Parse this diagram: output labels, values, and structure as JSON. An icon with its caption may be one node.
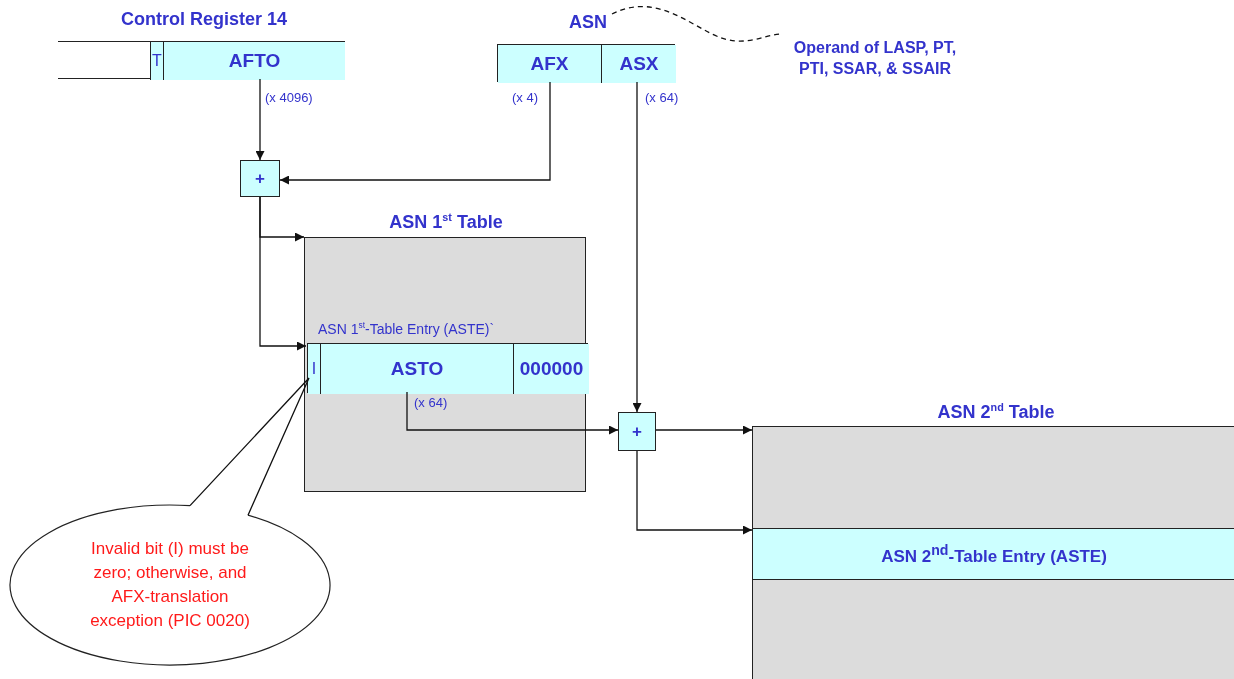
{
  "diagram": {
    "nodes": [
      {
        "text": [
          "Control Register 14"
        ]
      },
      {
        "text": [
          "T"
        ],
        "in": 0
      },
      {
        "text": [
          "AFTO"
        ],
        "in": 0
      },
      {
        "text": [
          "ASN"
        ]
      },
      {
        "text": [
          "AFX"
        ],
        "in": 3
      },
      {
        "text": [
          "ASX"
        ],
        "in": 3
      },
      {
        "text": [
          "Operand of LASP, PT, PTI, SSAR, & SSAIR"
        ]
      },
      {
        "text": [
          "+"
        ]
      },
      {
        "text": [
          "ASN 1$^{st}$ Table"
        ]
      },
      {
        "text": [
          "ASN 1$^{st}$-Table Entry (ASTE)`"
        ],
        "in": 8
      },
      {
        "text": [
          "I"
        ],
        "in": 9
      },
      {
        "text": [
          "ASTO"
        ],
        "in": 9
      },
      {
        "text": [
          "000000"
        ],
        "in": 9
      },
      {
        "text": [
          "+"
        ]
      },
      {
        "text": [
          "ASN 2$^{nd}$ Table"
        ]
      },
      {
        "text": [
          "ASN 2$^{nd}$-Table Entry (ASTE)"
        ],
        "in": 14
      },
      {
        "text": [
          "Invalid bit (I) must be zero; otherwise, and AFX-translation exception (PIC 0020)"
        ]
      }
    ],
    "edges": [
      {
        "from": 2,
        "to": 7,
        "arrow": "to",
        "label": "(x 4096)"
      },
      {
        "from": 4,
        "to": 7,
        "arrow": "to",
        "label": "(x 4)"
      },
      {
        "from": 7,
        "to": 8,
        "arrow": "to"
      },
      {
        "from": 7,
        "to": 9,
        "arrow": "to"
      },
      {
        "from": 5,
        "to": 13,
        "arrow": "to",
        "label": "(x 64)"
      },
      {
        "from": 11,
        "to": 13,
        "arrow": "to",
        "label": "(x 64)"
      },
      {
        "from": 13,
        "to": 14,
        "arrow": "to"
      },
      {
        "from": 13,
        "to": 15,
        "arrow": "to"
      },
      {
        "from": 16,
        "to": 10,
        "arrow": "none"
      },
      {
        "from": 3,
        "to": 6,
        "arrow": "none",
        "style": "dashed"
      }
    ]
  }
}
